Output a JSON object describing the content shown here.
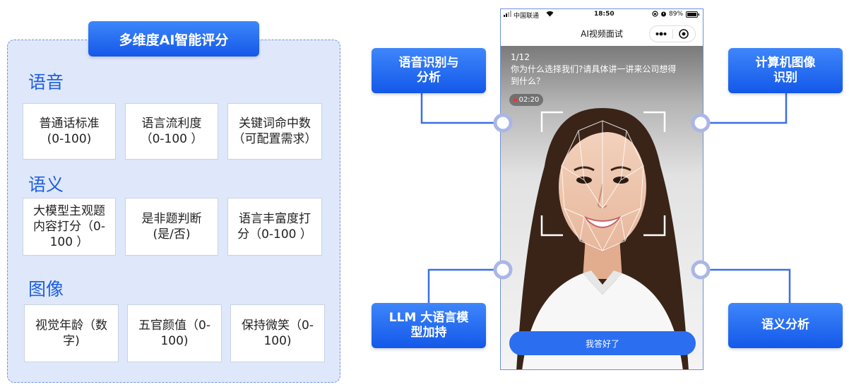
{
  "panel": {
    "title": "多维度AI智能评分",
    "categories": [
      {
        "heading": "语音",
        "metrics": [
          "普通话标准\n(0-100)",
          "语言流利度\n（0-100 ）",
          "关键词命中数\n（可配置需求）"
        ]
      },
      {
        "heading": "语义",
        "metrics": [
          "大模型主观题\n内容打分（0-\n100 ）",
          "是非题判断\n(是/否)",
          "语言丰富度打\n分（0-100 ）"
        ]
      },
      {
        "heading": "图像",
        "metrics": [
          "视觉年龄（数\n字)",
          "五官颜值（0-\n100)",
          "保持微笑（0-\n100)"
        ]
      }
    ]
  },
  "phone": {
    "carrier": "中国联通",
    "time": "18:50",
    "battery": "89%",
    "nav_title": "AI视频面试",
    "more_icon": "more-dots-icon",
    "record_icon": "record-target-icon",
    "question_progress": "1/12",
    "question": "你为什么选择我们?请具体讲一讲来公司想得\n到什么？",
    "timer": "02:20",
    "answer_button": "我答好了"
  },
  "features": {
    "speech": "语音识别与\n分析",
    "vision": "计算机图像\n识别",
    "llm": "LLM 大语言模\n型加持",
    "semantic": "语义分析"
  },
  "colors": {
    "accent": "#1f5fe0",
    "button_gradient_top": "#3e86fb",
    "button_gradient_bottom": "#1358e8",
    "panel_bg": "#dfe8fb",
    "connector": "#3a6fe8",
    "node_ring": "#aab6e6"
  }
}
